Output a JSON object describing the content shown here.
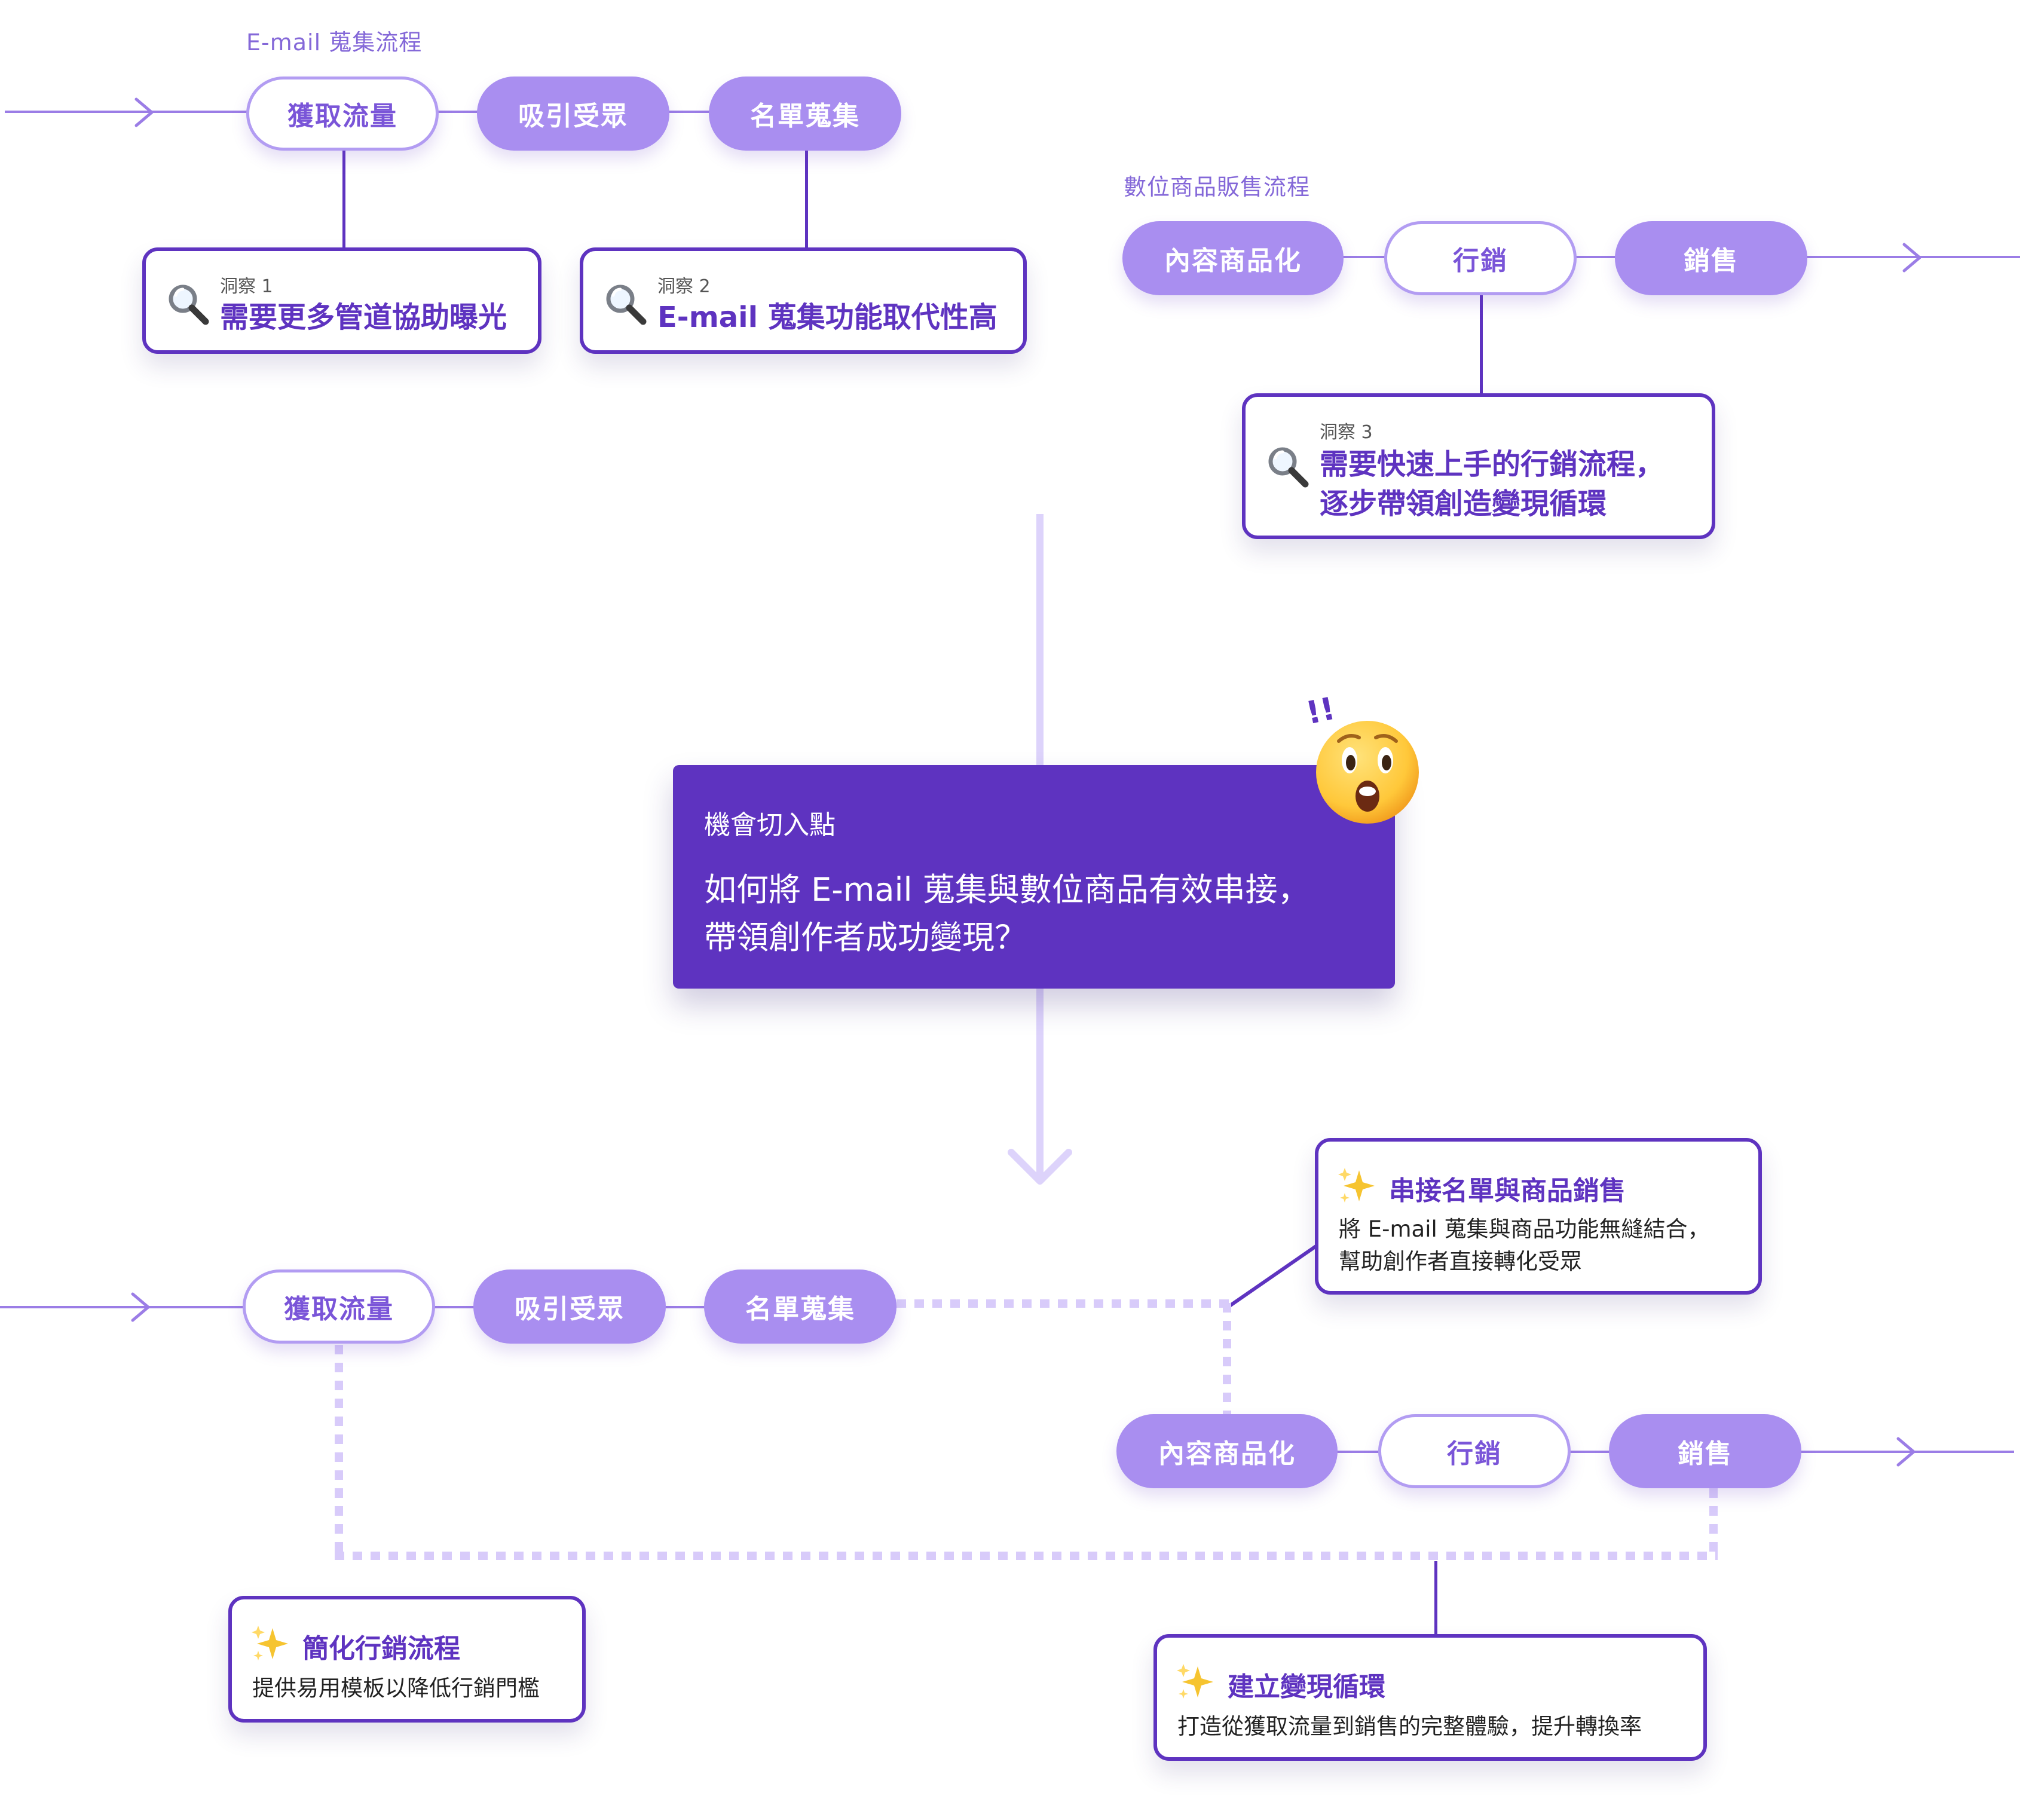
{
  "colors": {
    "primary": "#5e33c0",
    "pill_filled": "#a98ef0",
    "pill_border": "#b29cf2",
    "flow_line": "#9b7de6",
    "arrow_light": "#ddd3fb",
    "dotted": "#d8cbfa",
    "opportunity_bg": "#5e33c0"
  },
  "top_email_flow": {
    "title": "E-mail 蒐集流程",
    "steps": [
      "獲取流量",
      "吸引受眾",
      "名單蒐集"
    ]
  },
  "top_digital_flow": {
    "title": "數位商品販售流程",
    "steps": [
      "內容商品化",
      "行銷",
      "銷售"
    ]
  },
  "insights": [
    {
      "kicker": "洞察 1",
      "lines": [
        "需要更多管道協助曝光"
      ],
      "icon": "magnifier-icon"
    },
    {
      "kicker": "洞察 2",
      "lines": [
        "E-mail 蒐集功能取代性高"
      ],
      "icon": "magnifier-icon"
    },
    {
      "kicker": "洞察 3",
      "lines": [
        "需要快速上手的行銷流程，",
        "逐步帶領創造變現循環"
      ],
      "icon": "magnifier-icon"
    }
  ],
  "opportunity": {
    "kicker": "機會切入點",
    "lines": [
      "如何將 E-mail 蒐集與數位商品有效串接，",
      "帶領創作者成功變現？"
    ],
    "emoji": "astonished-face-icon",
    "exclaim": "!!"
  },
  "bottom_email_flow": {
    "steps": [
      "獲取流量",
      "吸引受眾",
      "名單蒐集"
    ]
  },
  "bottom_digital_flow": {
    "steps": [
      "內容商品化",
      "行銷",
      "銷售"
    ]
  },
  "solutions": [
    {
      "icon": "sparkles-icon",
      "title": "串接名單與商品銷售",
      "lines": [
        "將 E-mail 蒐集與商品功能無縫結合，",
        "幫助創作者直接轉化受眾"
      ]
    },
    {
      "icon": "sparkles-icon",
      "title": "簡化行銷流程",
      "lines": [
        "提供易用模板以降低行銷門檻"
      ]
    },
    {
      "icon": "sparkles-icon",
      "title": "建立變現循環",
      "lines": [
        "打造從獲取流量到銷售的完整體驗，提升轉換率"
      ]
    }
  ]
}
